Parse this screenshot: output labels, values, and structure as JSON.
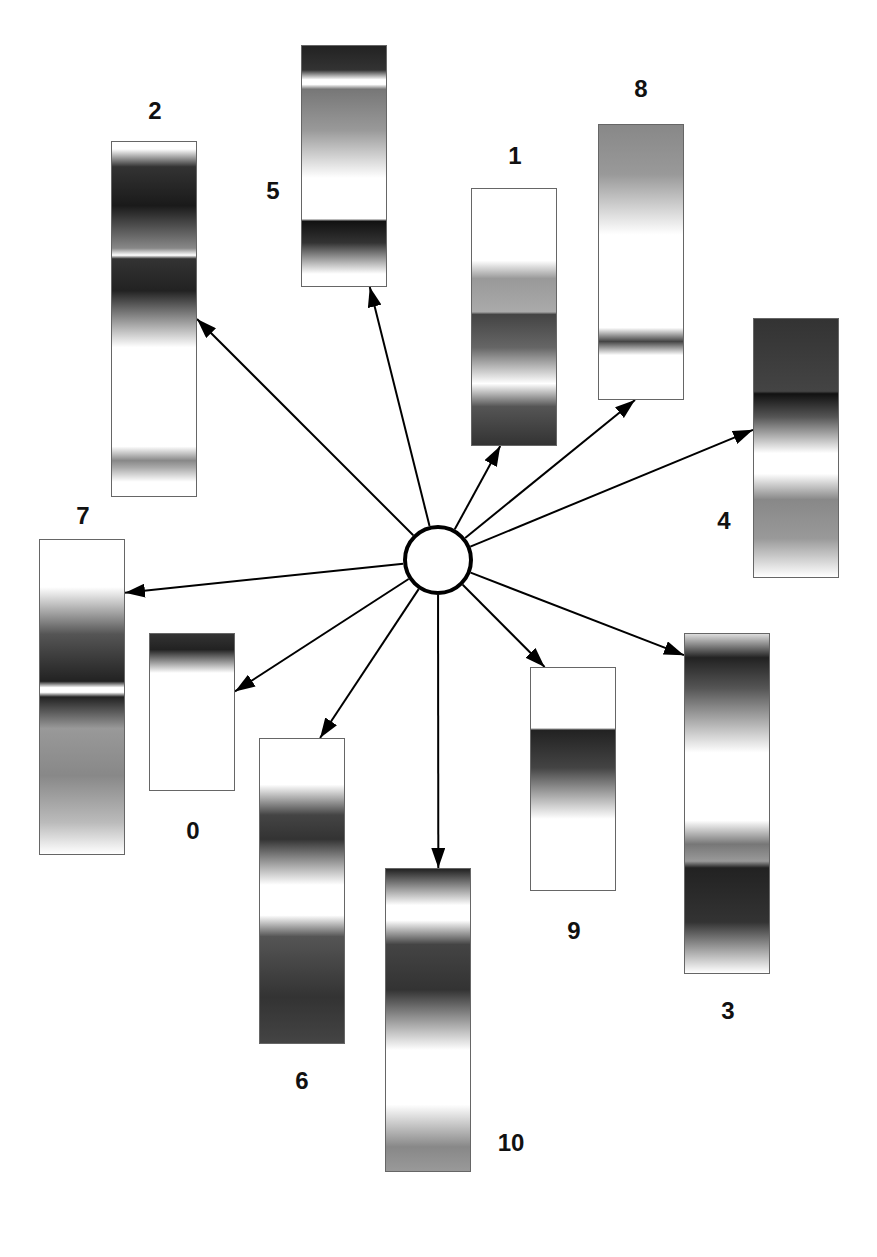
{
  "diagram": {
    "nodes": [
      {
        "text": [
          "5"
        ]
      },
      {
        "text": [
          "8"
        ]
      },
      {
        "text": [
          "2"
        ]
      },
      {
        "text": [
          "1"
        ]
      },
      {
        "text": [
          "4"
        ]
      },
      {
        "text": []
      },
      {
        "text": [
          "7"
        ]
      },
      {
        "text": [
          "0"
        ]
      },
      {
        "text": [
          "3"
        ]
      },
      {
        "text": [
          "9"
        ]
      },
      {
        "text": [
          "6"
        ]
      },
      {
        "text": [
          "10"
        ]
      }
    ],
    "edges": [
      {
        "from": 5,
        "to": 0,
        "arrow": "to"
      },
      {
        "from": 5,
        "to": 1,
        "arrow": "to"
      },
      {
        "from": 5,
        "to": 2,
        "arrow": "to"
      },
      {
        "from": 5,
        "to": 3,
        "arrow": "to"
      },
      {
        "from": 5,
        "to": 4,
        "arrow": "to"
      },
      {
        "from": 5,
        "to": 6,
        "arrow": "to"
      },
      {
        "from": 5,
        "to": 7,
        "arrow": "to"
      },
      {
        "from": 5,
        "to": 8,
        "arrow": "to"
      },
      {
        "from": 5,
        "to": 9,
        "arrow": "to"
      },
      {
        "from": 5,
        "to": 10,
        "arrow": "to"
      },
      {
        "from": 5,
        "to": 11,
        "arrow": "to"
      }
    ]
  }
}
